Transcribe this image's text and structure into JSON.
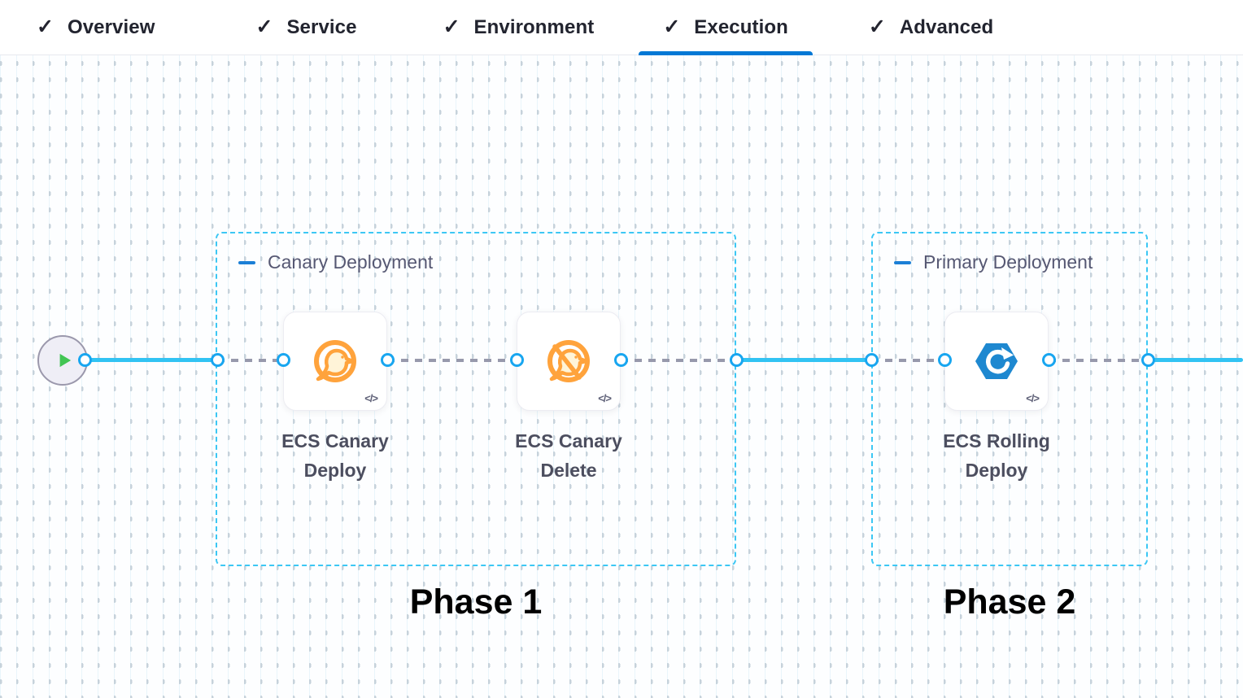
{
  "tabs": {
    "check_glyph": "✓",
    "items": [
      {
        "label": "Overview",
        "completed": true,
        "active": false
      },
      {
        "label": "Service",
        "completed": true,
        "active": false
      },
      {
        "label": "Environment",
        "completed": true,
        "active": false
      },
      {
        "label": "Execution",
        "completed": true,
        "active": true
      },
      {
        "label": "Advanced",
        "completed": true,
        "active": false
      }
    ]
  },
  "pipeline": {
    "start_node": {
      "type": "start",
      "icon": "play-icon"
    },
    "groups": [
      {
        "label": "Canary Deployment",
        "phase_caption": "Phase 1",
        "steps": [
          {
            "label": "ECS Canary Deploy",
            "icon": "canary-bird-icon",
            "code_glyph": "</>"
          },
          {
            "label": "ECS Canary Delete",
            "icon": "canary-bird-delete-icon",
            "code_glyph": "</>"
          }
        ]
      },
      {
        "label": "Primary Deployment",
        "phase_caption": "Phase 2",
        "steps": [
          {
            "label": "ECS Rolling Deploy",
            "icon": "ecs-rolling-hexagon-icon",
            "code_glyph": "</>"
          }
        ]
      }
    ]
  },
  "colors": {
    "active_tab_underline": "#0278D5",
    "tab_text": "#22242F",
    "connector_solid": "#31C3F3",
    "connector_dashed": "#9799AC",
    "group_border": "#3CC7F4",
    "port_border": "#18A6F0",
    "canary_orange": "#FFA33C",
    "ecs_blue": "#1E88D0",
    "play_green": "#42C553",
    "group_label_text": "#565873",
    "step_label_text": "#4C4E5F"
  }
}
